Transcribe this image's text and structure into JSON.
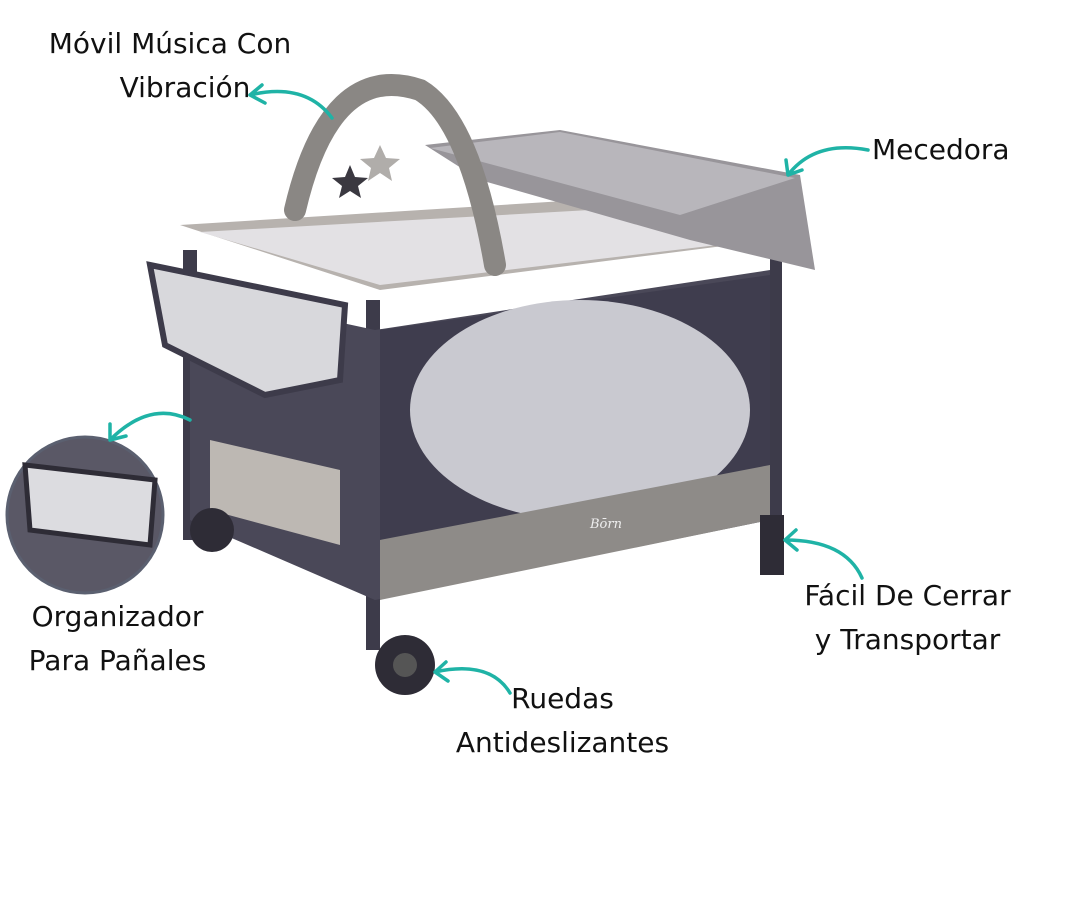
{
  "colors": {
    "arrow": "#1fb3a6",
    "frame": "#3d3b4a",
    "fabric": "#b7b2ae",
    "mesh": "#d9d9de"
  },
  "labels": {
    "mobile": {
      "line1": "Móvil Música Con",
      "line2": "Vibración"
    },
    "rocker": {
      "line1": "Mecedora"
    },
    "organizer": {
      "line1": "Organizador",
      "line2": "Para Pañales"
    },
    "fold": {
      "line1": "Fácil De Cerrar",
      "line2": "y Transportar"
    },
    "wheels": {
      "line1": "Ruedas",
      "line2": "Antideslizantes"
    }
  },
  "product": {
    "logo": "Bōrn"
  }
}
